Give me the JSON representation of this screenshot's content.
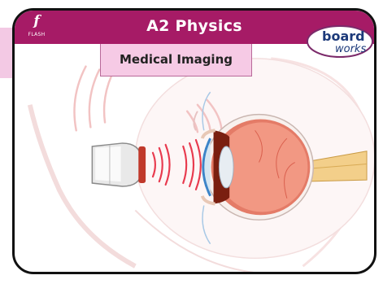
{
  "header": {
    "title": "A2 Physics",
    "flash_label": "FLASH",
    "flash_glyph": "f"
  },
  "subheader": {
    "title": "Medical Imaging"
  },
  "logo": {
    "word1": "board",
    "word2": "works"
  },
  "colors": {
    "header_bg": "#a61b66",
    "subtitle_bg": "#f6cae5",
    "accent_tab": "#f3c9e4",
    "wave": "#e83a4e"
  },
  "icons": [
    "flash-icon",
    "boardworks-logo",
    "ultrasound-probe",
    "ultrasound-wave",
    "eye-diagram"
  ]
}
